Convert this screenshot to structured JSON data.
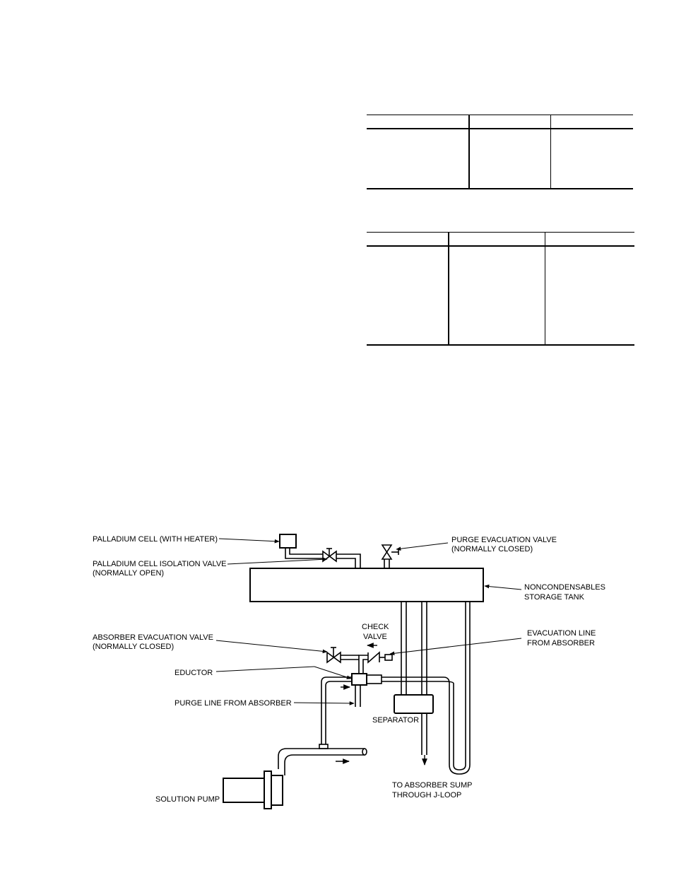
{
  "diagram": {
    "labels": {
      "palladium_cell": "PALLADIUM CELL (WITH HEATER)",
      "palladium_valve_1": "PALLADIUM CELL ISOLATION VALVE",
      "palladium_valve_2": "(NORMALLY OPEN)",
      "purge_valve_1": "PURGE EVACUATION VALVE",
      "purge_valve_2": "(NORMALLY CLOSED)",
      "storage_tank_1": "NONCONDENSABLES",
      "storage_tank_2": "STORAGE TANK",
      "check_valve_1": "CHECK",
      "check_valve_2": "VALVE",
      "absorber_valve_1": "ABSORBER EVACUATION VALVE",
      "absorber_valve_2": "(NORMALLY CLOSED)",
      "evac_line_1": "EVACUATION LINE",
      "evac_line_2": "FROM ABSORBER",
      "eductor": "EDUCTOR",
      "purge_line": "PURGE LINE FROM ABSORBER",
      "separator": "SEPARATOR",
      "sump_1": "TO ABSORBER SUMP",
      "sump_2": "THROUGH J-LOOP",
      "solution_pump": "SOLUTION PUMP"
    }
  }
}
